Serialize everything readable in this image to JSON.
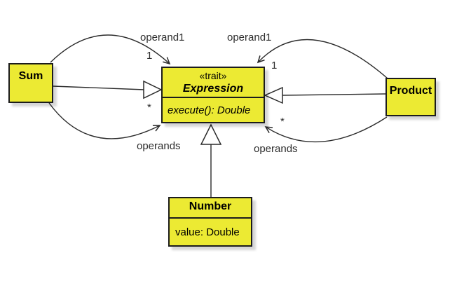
{
  "diagram": {
    "nodes": {
      "sum": {
        "name": "Sum"
      },
      "product": {
        "name": "Product"
      },
      "number": {
        "name": "Number",
        "attributes": "value: Double"
      },
      "expression": {
        "stereotype": "«trait»",
        "name": "Expression",
        "operations": "execute(): Double"
      }
    },
    "edges": {
      "sum_operand1": {
        "type": "association",
        "from": "Sum",
        "to": "Expression",
        "role": "operand1",
        "multiplicity": "1"
      },
      "sum_operands": {
        "type": "association",
        "from": "Sum",
        "to": "Expression",
        "role": "operands",
        "multiplicity": "*"
      },
      "product_operand1": {
        "type": "association",
        "from": "Product",
        "to": "Expression",
        "role": "operand1",
        "multiplicity": "1"
      },
      "product_operands": {
        "type": "association",
        "from": "Product",
        "to": "Expression",
        "role": "operands",
        "multiplicity": "*"
      }
    },
    "generalizations": [
      {
        "from": "Sum",
        "to": "Expression"
      },
      {
        "from": "Product",
        "to": "Expression"
      },
      {
        "from": "Number",
        "to": "Expression"
      }
    ],
    "colors": {
      "node_fill": "#ECEA33",
      "node_border": "#1c1c1c",
      "edge": "#2b2b2b",
      "background": "#ffffff"
    }
  }
}
